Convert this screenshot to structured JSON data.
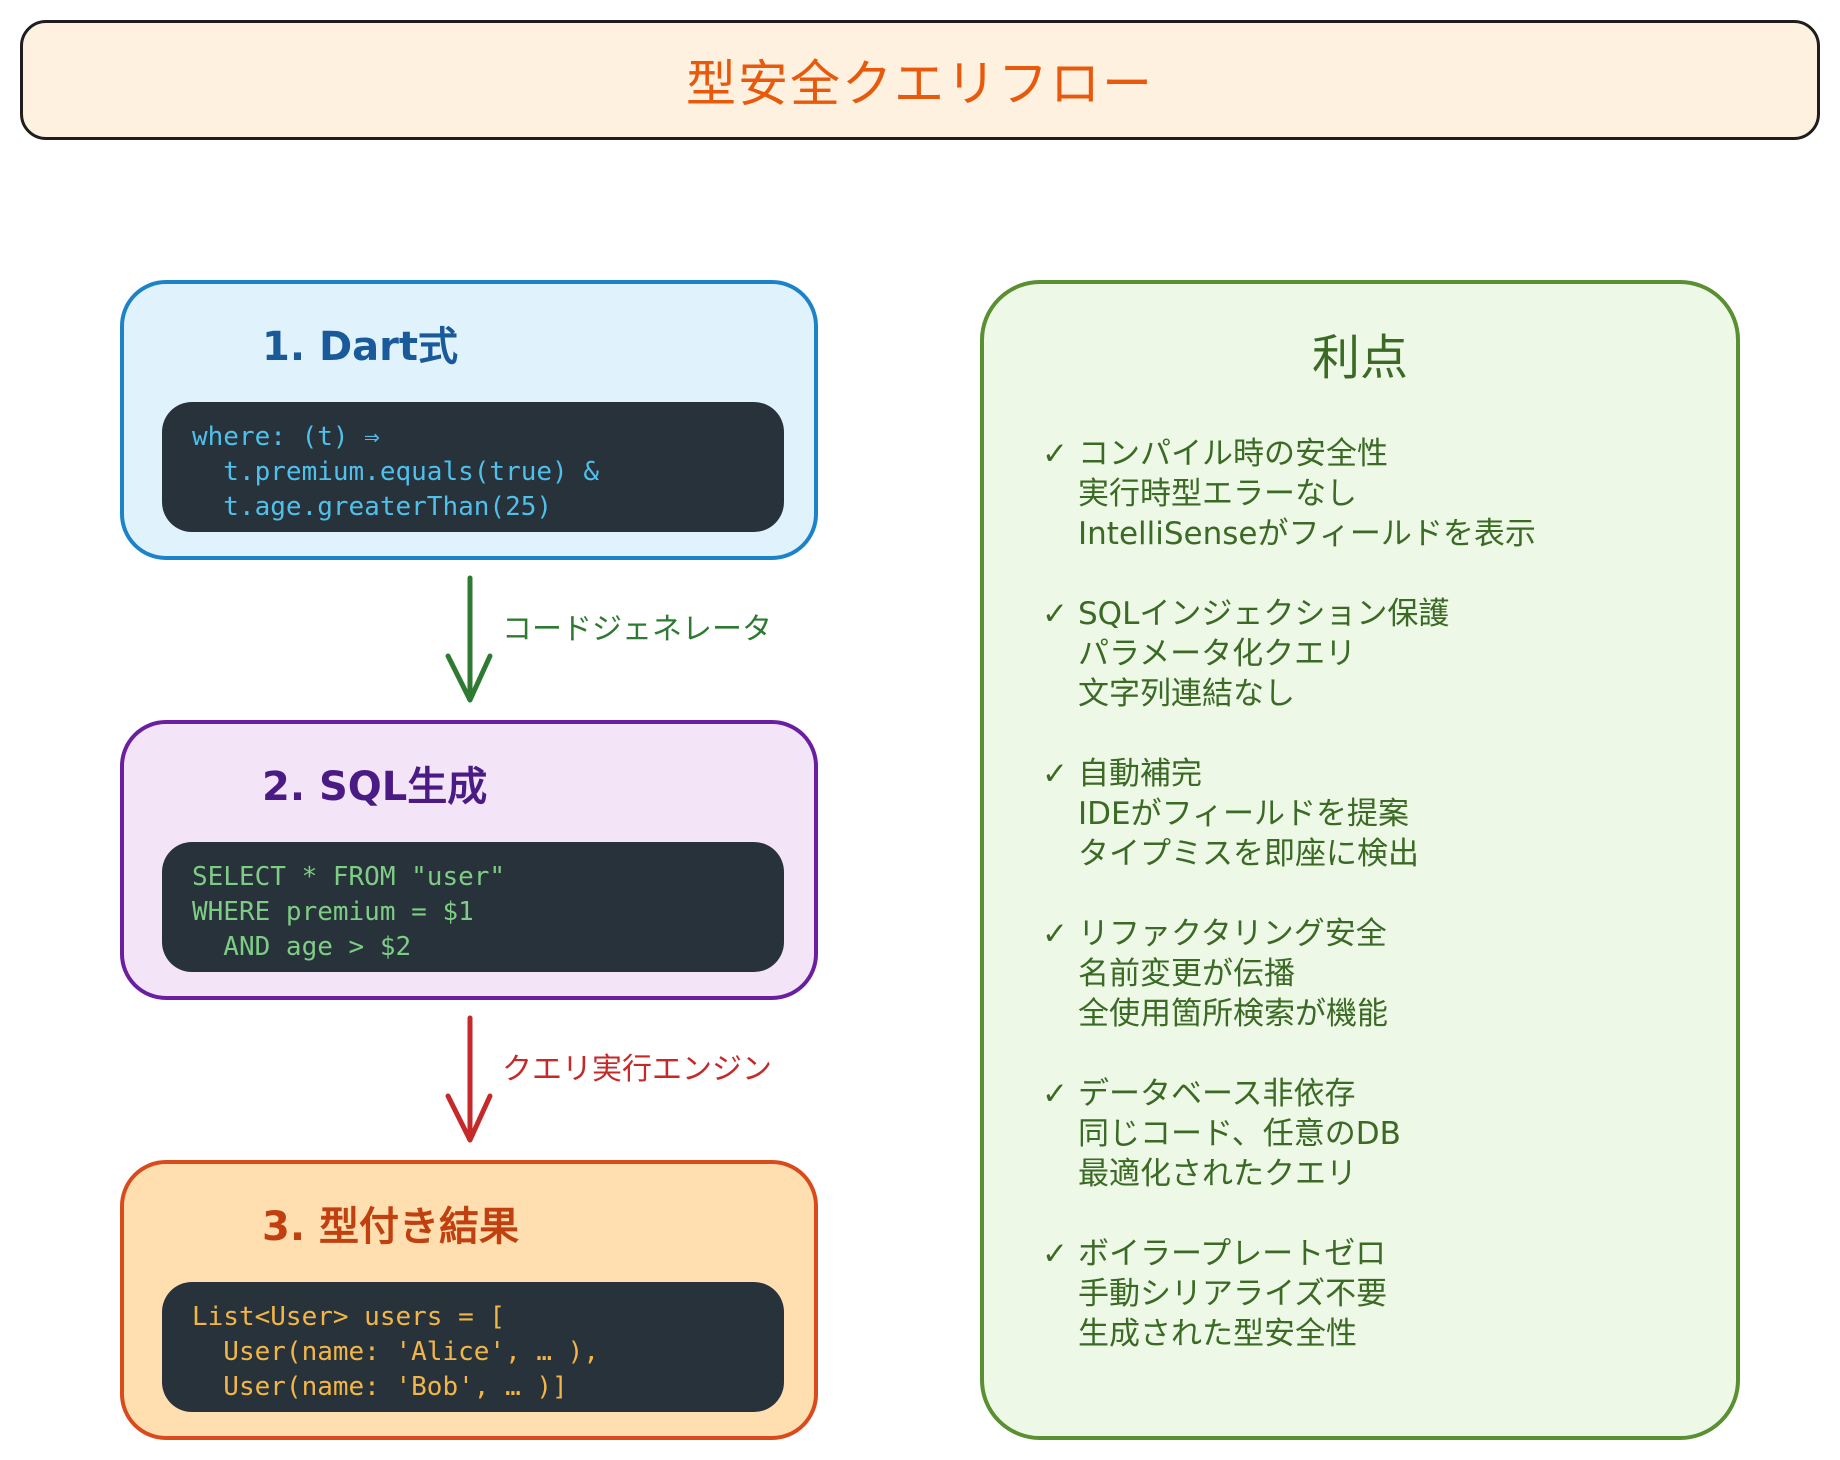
{
  "title": "型安全クエリフロー",
  "steps": [
    {
      "title": "1. Dart式",
      "code": "where: (t) ⇒\n  t.premium.equals(true) &\n  t.age.greaterThan(25)",
      "border_color": "#1c83c9",
      "fill_color": "#e0f3fd",
      "code_color": "#4fc0ec"
    },
    {
      "title": "2. SQL生成",
      "code": "SELECT * FROM \"user\"\nWHERE premium = $1\n  AND age > $2",
      "border_color": "#6a1fa0",
      "fill_color": "#f3e5f7",
      "code_color": "#7dcd84"
    },
    {
      "title": "3. 型付き結果",
      "code": "List<User> users = [\n  User(name: 'Alice', … ),\n  User(name: 'Bob', … )]",
      "border_color": "#d94a1c",
      "fill_color": "#ffdfb0",
      "code_color": "#f3b646"
    }
  ],
  "arrows": [
    {
      "label": "コードジェネレータ",
      "color": "#2f7a33"
    },
    {
      "label": "クエリ実行エンジン",
      "color": "#c42a2a"
    }
  ],
  "benefits": {
    "title": "利点",
    "check_icon": "✓",
    "items": [
      {
        "head": "コンパイル時の安全性",
        "lines": [
          "実行時型エラーなし",
          "IntelliSenseがフィールドを表示"
        ]
      },
      {
        "head": "SQLインジェクション保護",
        "lines": [
          "パラメータ化クエリ",
          "文字列連結なし"
        ]
      },
      {
        "head": "自動補完",
        "lines": [
          "IDEがフィールドを提案",
          "タイプミスを即座に検出"
        ]
      },
      {
        "head": "リファクタリング安全",
        "lines": [
          "名前変更が伝播",
          "全使用箇所検索が機能"
        ]
      },
      {
        "head": "データベース非依存",
        "lines": [
          "同じコード、任意のDB",
          "最適化されたクエリ"
        ]
      },
      {
        "head": "ボイラープレートゼロ",
        "lines": [
          "手動シリアライズ不要",
          "生成された型安全性"
        ]
      }
    ]
  }
}
